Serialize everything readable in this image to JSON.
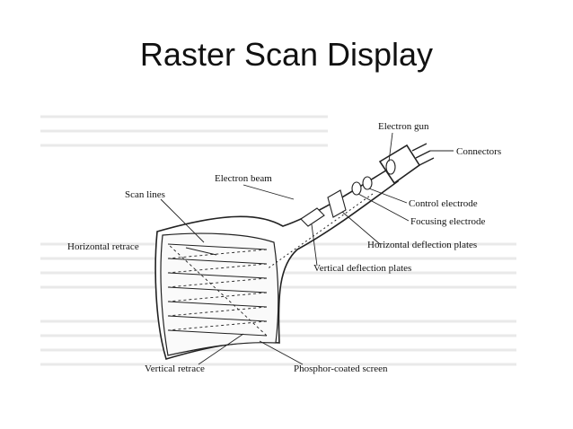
{
  "slide": {
    "title": "Raster Scan Display"
  },
  "diagram": {
    "labels": {
      "electron_gun": "Electron gun",
      "connectors": "Connectors",
      "electron_beam": "Electron beam",
      "scan_lines": "Scan lines",
      "control_electrode": "Control electrode",
      "focusing_electrode": "Focusing electrode",
      "horizontal_retrace": "Horizontal retrace",
      "horizontal_deflection_plates": "Horizontal deflection plates",
      "vertical_deflection_plates": "Vertical deflection plates",
      "vertical_retrace": "Vertical retrace",
      "phosphor_coated_screen": "Phosphor-coated screen"
    }
  }
}
